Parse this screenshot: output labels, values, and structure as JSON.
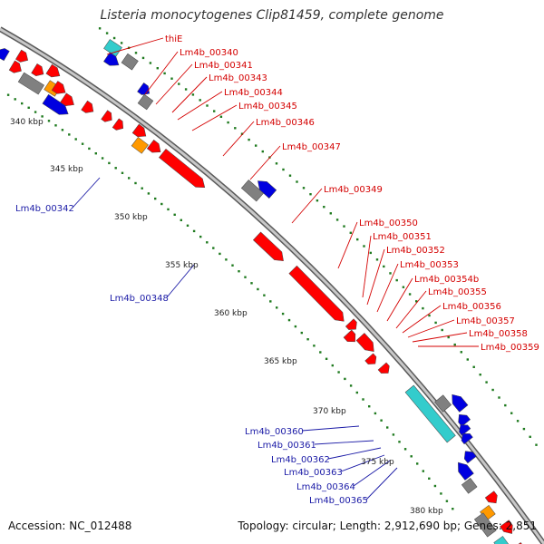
{
  "title": "Listeria monocytogenes Clip81459, complete genome",
  "footer": {
    "accession": "Accession: NC_012488",
    "topology": "Topology: circular; Length: 2,912,690 bp; Genes: 2,851"
  },
  "colors": {
    "backbone": "#9a9a9a",
    "tick_dot": "#1f7a1f",
    "forward_label": "#d40000",
    "reverse_label": "#1a1aa6",
    "gene_red": "#ff0000",
    "gene_blue": "#0000e0",
    "gene_cyan": "#33cccc",
    "gene_orange": "#ff9900",
    "gene_gray": "#808080"
  },
  "scale_labels": [
    "340 kbp",
    "345 kbp",
    "350 kbp",
    "355 kbp",
    "360 kbp",
    "365 kbp",
    "370 kbp",
    "375 kbp",
    "380 kbp"
  ],
  "forward_labels": [
    "thiE",
    "Lm4b_00340",
    "Lm4b_00341",
    "Lm4b_00343",
    "Lm4b_00344",
    "Lm4b_00345",
    "Lm4b_00346",
    "Lm4b_00347",
    "Lm4b_00349",
    "Lm4b_00350",
    "Lm4b_00351",
    "Lm4b_00352",
    "Lm4b_00353",
    "Lm4b_00354b",
    "Lm4b_00355",
    "Lm4b_00356",
    "Lm4b_00357",
    "Lm4b_00358",
    "Lm4b_00359"
  ],
  "reverse_labels": [
    "Lm4b_00342",
    "Lm4b_00348",
    "Lm4b_00360",
    "Lm4b_00361",
    "Lm4b_00362",
    "Lm4b_00363",
    "Lm4b_00364",
    "Lm4b_00365"
  ]
}
